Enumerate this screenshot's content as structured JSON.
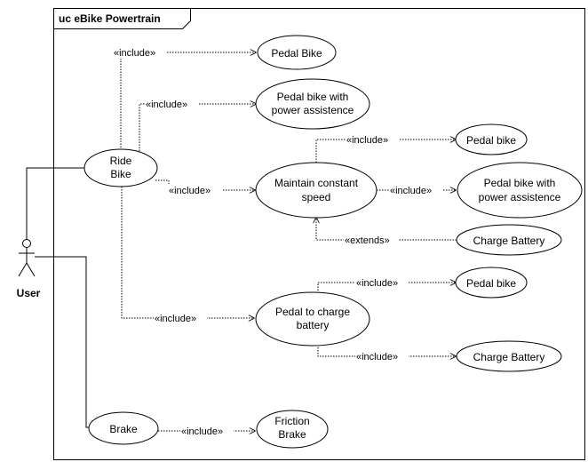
{
  "diagram": {
    "title": "uc eBike Powertrain",
    "actor": {
      "name": "User"
    },
    "use_cases": {
      "ride_bike": [
        "Ride",
        "Bike"
      ],
      "pedal_bike_top": [
        "Pedal Bike"
      ],
      "pedal_power_top": [
        "Pedal bike with",
        "power assistence"
      ],
      "maintain_speed": [
        "Maintain constant",
        "speed"
      ],
      "pedal_bike_mid": [
        "Pedal bike"
      ],
      "pedal_power_mid": [
        "Pedal bike with",
        "power assistence"
      ],
      "charge_battery_mid": [
        "Charge Battery"
      ],
      "pedal_to_charge": [
        "Pedal to charge",
        "battery"
      ],
      "pedal_bike_low": [
        "Pedal bike"
      ],
      "charge_battery_low": [
        "Charge Battery"
      ],
      "brake": [
        "Brake"
      ],
      "friction_brake": [
        "Friction",
        "Brake"
      ]
    },
    "labels": {
      "include": "«include»",
      "extends": "«extends»"
    }
  }
}
